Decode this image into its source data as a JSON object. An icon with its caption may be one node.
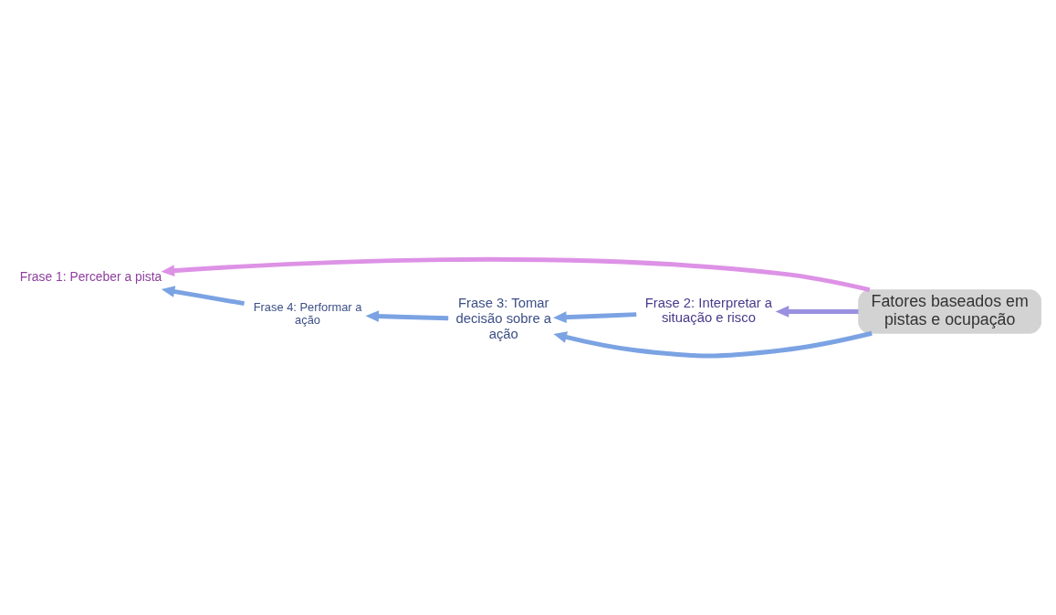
{
  "diagram": {
    "nodes": [
      {
        "text": [
          "Fatores baseados em pistas e ocupação"
        ]
      },
      {
        "text": [
          "Frase 1: Perceber a pista"
        ]
      },
      {
        "text": [
          "Frase 2: Interpretar a situação e risco"
        ]
      },
      {
        "text": [
          "Frase 3: Tomar decisão sobre a ação"
        ]
      },
      {
        "text": [
          "Frase 4: Performar a ação"
        ]
      }
    ],
    "edges": [
      {
        "from": 0,
        "to": 1,
        "arrow": "to",
        "color": "#dd92e6"
      },
      {
        "from": 0,
        "to": 2,
        "arrow": "to",
        "color": "#9990e0"
      },
      {
        "from": 0,
        "to": 3,
        "arrow": "to"
      },
      {
        "from": 2,
        "to": 3,
        "arrow": "to"
      },
      {
        "from": 3,
        "to": 4,
        "arrow": "to"
      },
      {
        "from": 4,
        "to": 1,
        "arrow": "to"
      }
    ]
  }
}
